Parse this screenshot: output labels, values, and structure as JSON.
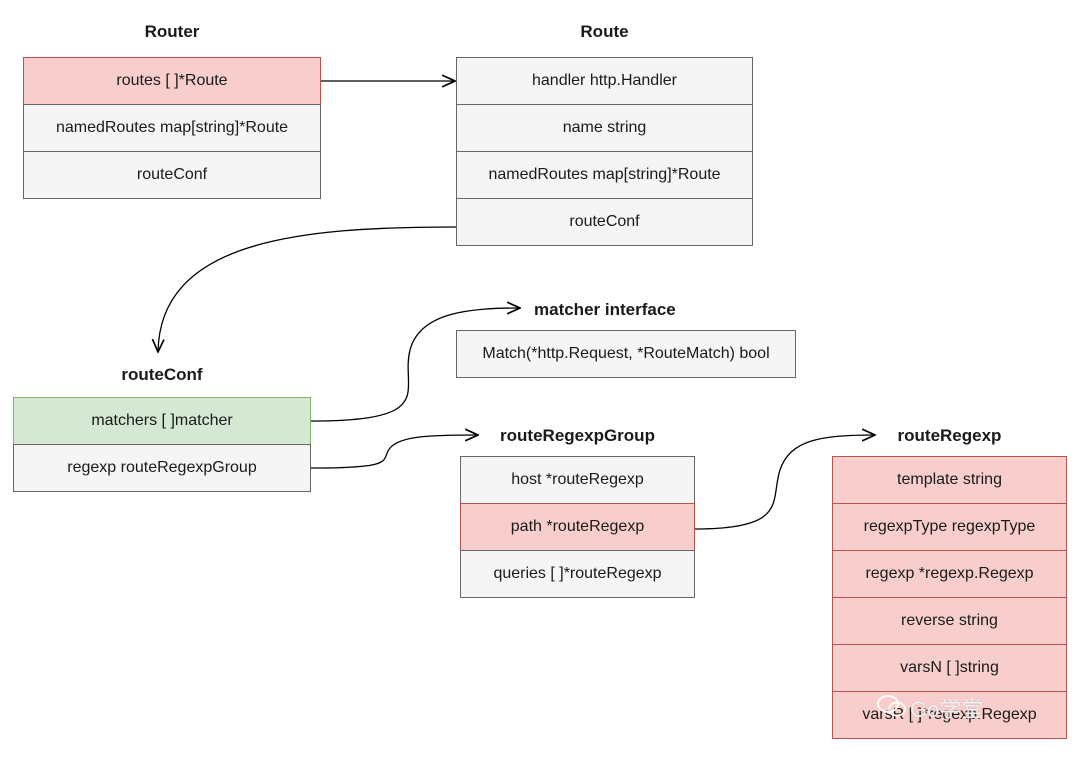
{
  "router": {
    "title": "Router",
    "fields": [
      "routes [ ]*Route",
      "namedRoutes map[string]*Route",
      "routeConf"
    ]
  },
  "route": {
    "title": "Route",
    "fields": [
      "handler http.Handler",
      "name string",
      "namedRoutes map[string]*Route",
      "routeConf"
    ]
  },
  "routeConf": {
    "title": "routeConf",
    "fields": [
      "matchers [ ]matcher",
      "regexp routeRegexpGroup"
    ]
  },
  "matcher": {
    "title": "matcher interface",
    "fields": [
      "Match(*http.Request, *RouteMatch) bool"
    ]
  },
  "routeRegexpGroup": {
    "title": "routeRegexpGroup",
    "fields": [
      "host *routeRegexp",
      "path *routeRegexp",
      "queries [ ]*routeRegexp"
    ]
  },
  "routeRegexp": {
    "title": "routeRegexp",
    "fields": [
      "template string",
      "regexpType regexpType",
      "regexp *regexp.Regexp",
      "reverse string",
      "varsN [ ]string",
      "varsR [ ]*regexp.Regexp"
    ]
  },
  "watermark": {
    "text": "Go学堂"
  },
  "colors": {
    "highlight_red": "#f8cecc",
    "highlight_green": "#d5e8d4",
    "default_fill": "#f5f5f5",
    "border": "#666666"
  }
}
